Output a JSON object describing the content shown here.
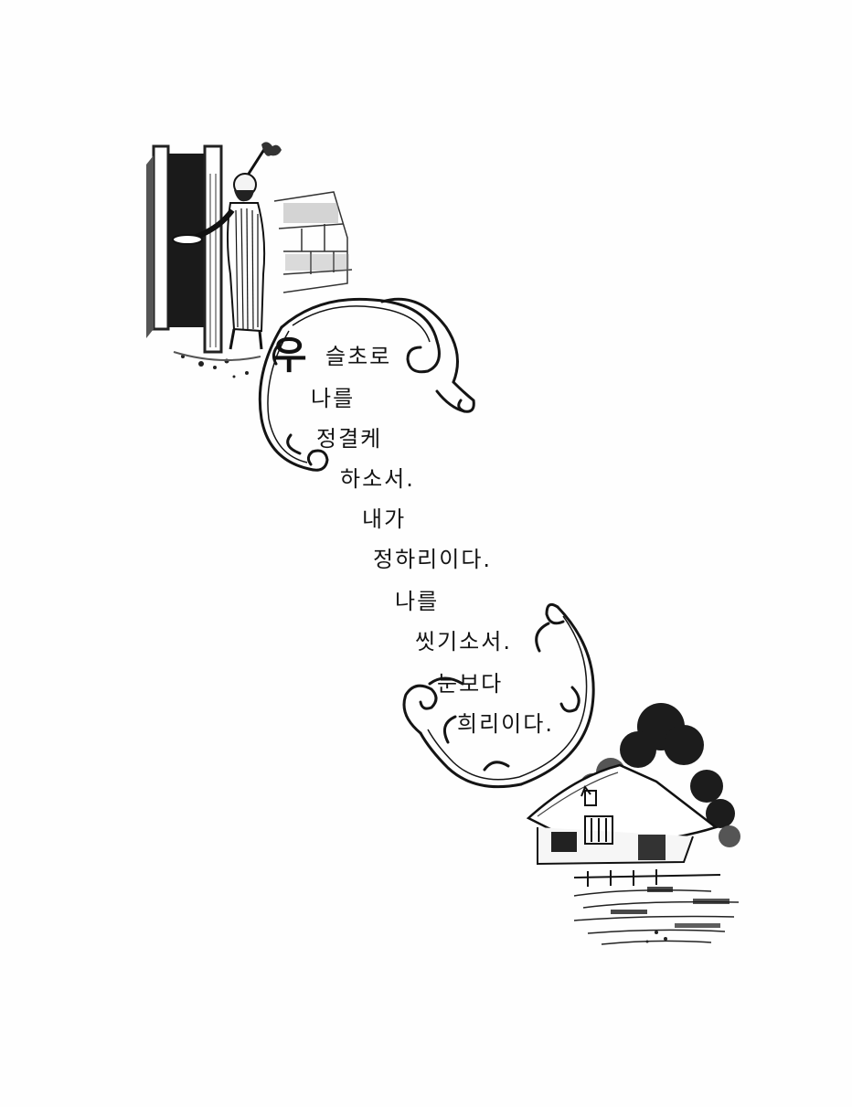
{
  "verse": {
    "dropcap": "우",
    "lines": [
      "슬초로",
      "나를",
      "정결케",
      "하소서.",
      "내가",
      "정하리이다.",
      "나를",
      "씻기소서.",
      "눈보다",
      "희리이다."
    ]
  },
  "illustrations": {
    "top": "man-at-doorway-illustration",
    "bottom": "snowy-cottage-illustration"
  },
  "colors": {
    "ink": "#141414",
    "paper": "#fefefe"
  }
}
